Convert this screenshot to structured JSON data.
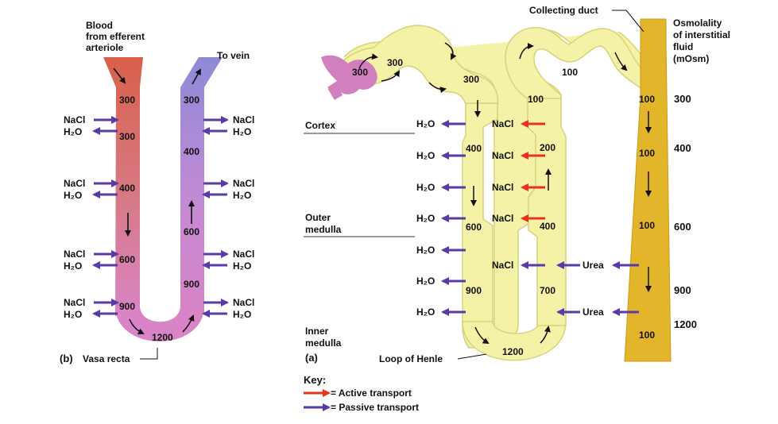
{
  "panel_b": {
    "label": "(b)",
    "title": "Vasa recta",
    "top_left": [
      "Blood",
      "from efferent",
      "arteriole"
    ],
    "to_vein": "To vein",
    "desc_values": [
      "300",
      "300",
      "400",
      "600",
      "900"
    ],
    "asc_values": [
      "300",
      "400",
      "600",
      "900"
    ],
    "bottom_value": "1200",
    "nacl": "NaCl",
    "h2o": "H₂O"
  },
  "panel_a": {
    "label": "(a)",
    "collecting_duct": "Collecting duct",
    "osmolality_title": [
      "Osmolality",
      "of interstitial",
      "fluid",
      "(mOsm)"
    ],
    "regions": {
      "cortex": "Cortex",
      "outer": [
        "Outer",
        "medulla"
      ],
      "inner": [
        "Inner",
        "medulla"
      ]
    },
    "loop_label": "Loop of Henle",
    "pct_values": [
      "300",
      "300",
      "300"
    ],
    "dcl_value": "100",
    "desc_values": [
      "300",
      "400",
      "600",
      "900"
    ],
    "asc_values": [
      "100",
      "200",
      "400",
      "700"
    ],
    "bottom_value": "1200",
    "duct_values": [
      "100",
      "100",
      "100",
      "100"
    ],
    "interstitial": [
      "300",
      "400",
      "600",
      "900",
      "1200"
    ],
    "water": "H₂O",
    "nacl": "NaCl",
    "urea": "Urea"
  },
  "key": {
    "title": "Key:",
    "active": "= Active transport",
    "passive": "= Passive transport"
  },
  "colors": {
    "active": "#e8321e",
    "passive": "#5a3aa8",
    "tubule": "#f4f2a6",
    "duct": "#e3b52a"
  }
}
